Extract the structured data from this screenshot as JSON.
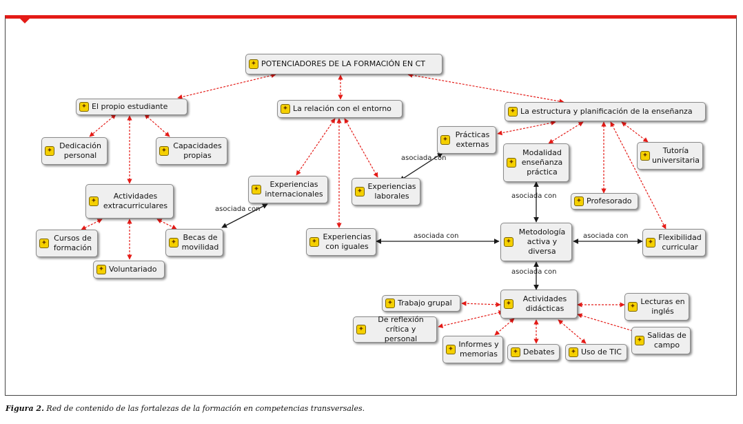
{
  "nodes": {
    "root": "POTENCIADORES DE LA FORMACIÓN EN CT",
    "estudiante": "El propio estudiante",
    "entorno": "La relación con el entorno",
    "estructura": "La estructura y planificación de la enseñanza",
    "dedicacion": "Dedicación\npersonal",
    "capacidades": "Capacidades\npropias",
    "actividades_extra": "Actividades\nextracurriculares",
    "cursos": "Cursos de\nformación",
    "becas": "Becas de\nmovilidad",
    "voluntariado": "Voluntariado",
    "exp_internacionales": "Experiencias\ninternacionales",
    "exp_laborales": "Experiencias\nlaborales",
    "exp_iguales": "Experiencias\ncon iguales",
    "practicas": "Prácticas\nexternas",
    "modalidad": "Modalidad\nenseñanza\npráctica",
    "tutoria": "Tutoría\nuniversitaria",
    "profesorado": "Profesorado",
    "metodologia": "Metodología\nactiva y\ndiversa",
    "flexibilidad": "Flexibilidad\ncurricular",
    "act_didacticas": "Actividades\ndidácticas",
    "trabajo_grupal": "Trabajo grupal",
    "reflexion": "De reflexión\ncrítica y personal",
    "informes": "Informes y\nmemorias",
    "debates": "Debates",
    "tic": "Uso de TIC",
    "lecturas": "Lecturas en\ninglés",
    "salidas": "Salidas de\ncampo"
  },
  "link_label": "asociada con",
  "caption": {
    "label": "Figura 2.",
    "text": " Red de contenido de las fortalezas de la formación en competencias transversales."
  },
  "colors": {
    "accent": "#e41b17",
    "dashed_link": "#e41b17",
    "solid_link": "#1a1a1a",
    "node_fill": "#efefef",
    "icon": "#f5d000"
  },
  "icon_name": "concept-icon"
}
